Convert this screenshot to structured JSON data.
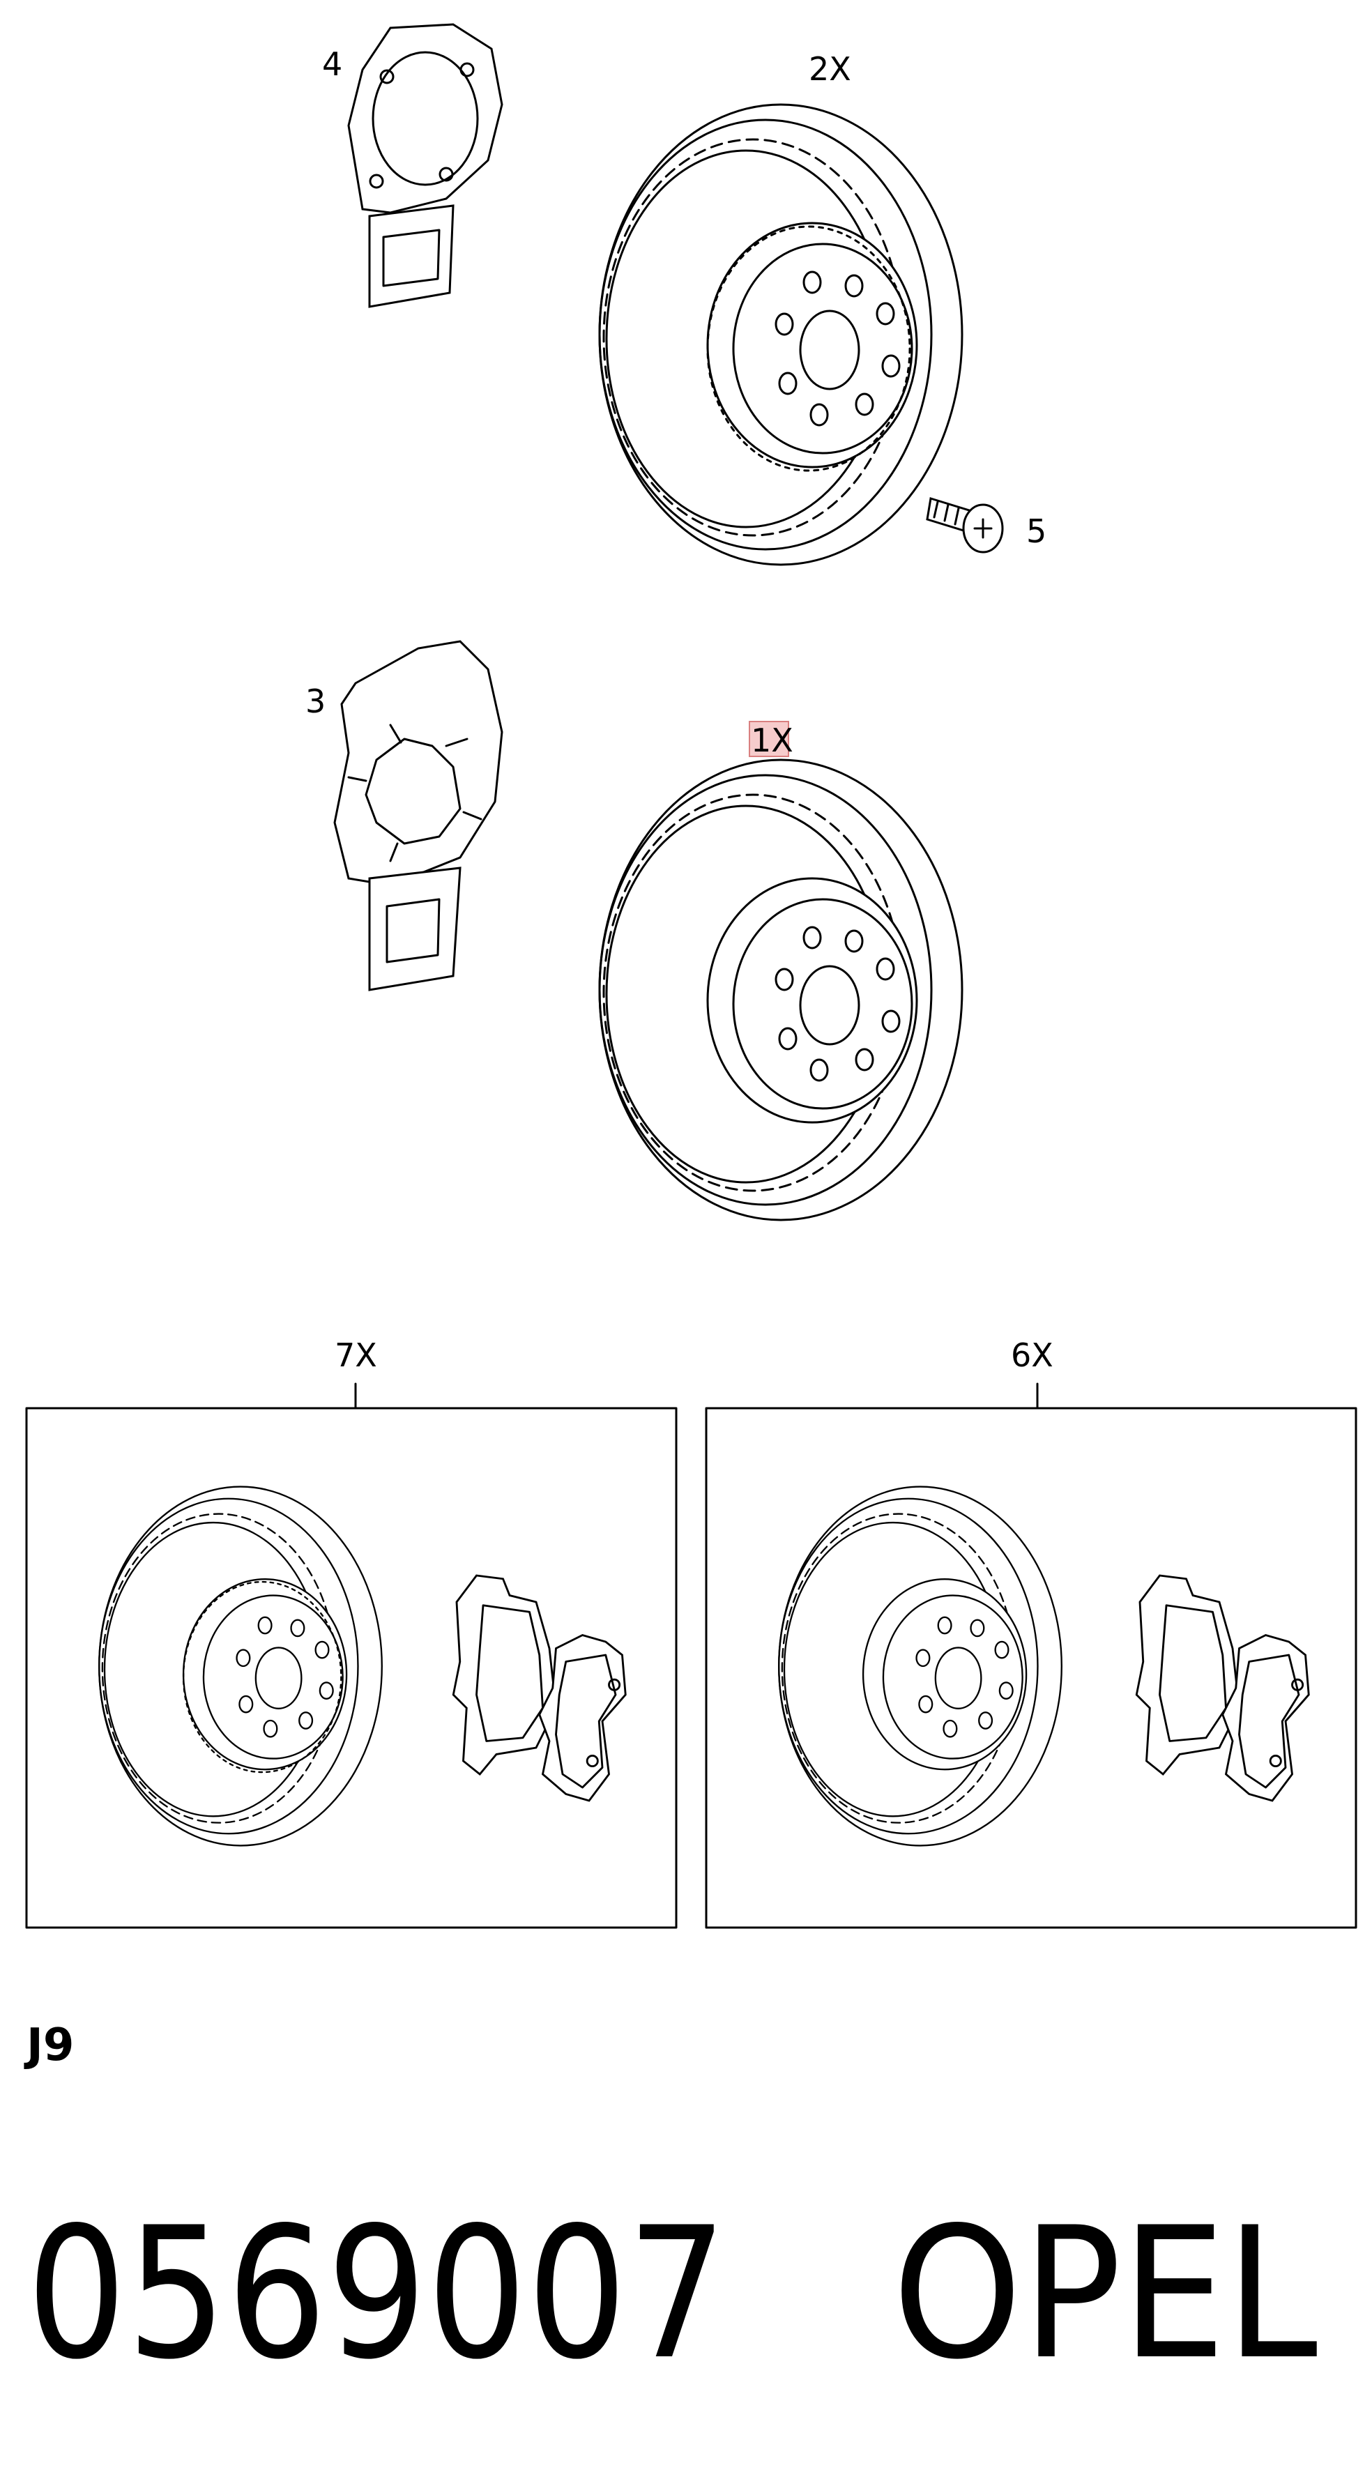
{
  "callouts": {
    "shield_4": "4",
    "disc_2x": "2X",
    "screw_5": "5",
    "shield_3": "3",
    "disc_1x": "1X",
    "kit_7x": "7X",
    "kit_6x": "6X"
  },
  "section_code": "J9",
  "part_number": "0569007",
  "brand": "OPEL",
  "highlight_color": "#f6cccc"
}
